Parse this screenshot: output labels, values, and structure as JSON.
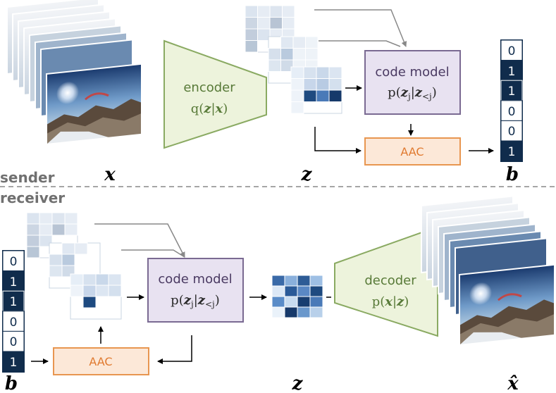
{
  "sender": {
    "section_label": "sender",
    "input_symbol": "x",
    "encoder": {
      "name": "encoder",
      "formula_prefix": "q(",
      "formula_var1": "z",
      "formula_bar": "|",
      "formula_var2": "x",
      "formula_suffix": ")"
    },
    "latent_symbol": "z",
    "code_model": {
      "name": "code model",
      "p": "p(",
      "z": "z",
      "sub_j": "j",
      "bar": "|",
      "z2": "z",
      "sub_lt_j": "<j",
      "close": ")"
    },
    "aac_label": "AAC",
    "bitstream_symbol": "b",
    "bits": [
      "0",
      "1",
      "1",
      "0",
      "0",
      "1"
    ]
  },
  "receiver": {
    "section_label": "receiver",
    "bitstream_symbol": "b",
    "bits": [
      "0",
      "1",
      "1",
      "0",
      "0",
      "1"
    ],
    "aac_label": "AAC",
    "code_model": {
      "name": "code model",
      "p": "p(",
      "z": "z",
      "sub_j": "j",
      "bar": "|",
      "z2": "z",
      "sub_lt_j": "<j",
      "close": ")"
    },
    "latent_symbol": "z",
    "decoder": {
      "name": "decoder",
      "formula_prefix": "p(",
      "formula_var1": "x",
      "formula_bar": "|",
      "formula_var2": "z",
      "formula_suffix": ")"
    },
    "output_symbol": "x̂"
  },
  "colors": {
    "encoder_fill": "#edf3dc",
    "encoder_stroke": "#8aaa62",
    "code_model_fill": "#e8e2f1",
    "code_model_stroke": "#7a6a92",
    "aac_fill": "#fce8d8",
    "aac_stroke": "#e89650",
    "bit_dark": "#102c4c",
    "bit_light": "#ffffff",
    "divider": "#888888"
  }
}
